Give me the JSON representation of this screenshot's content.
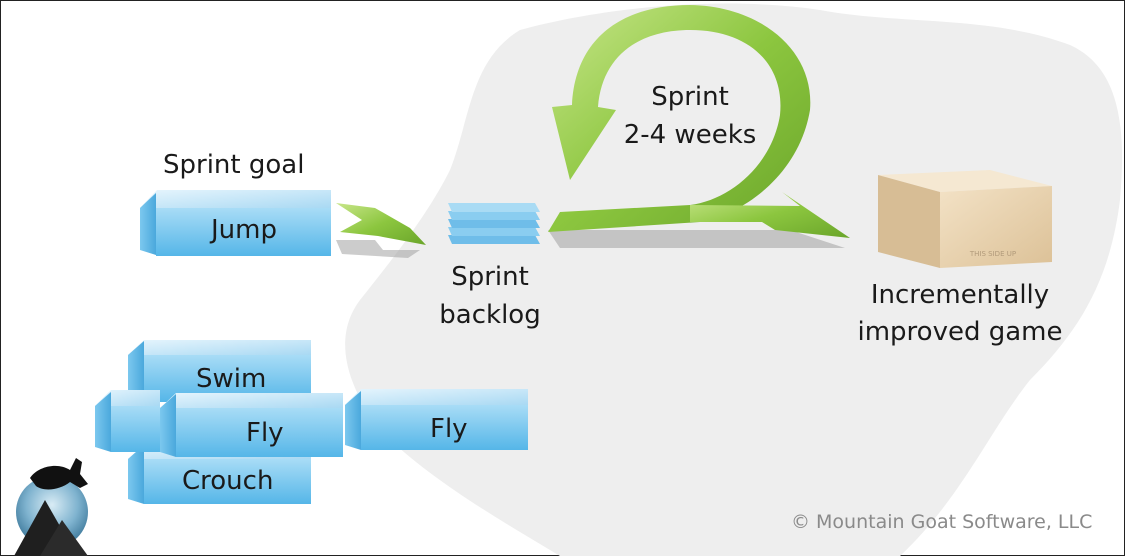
{
  "sprint_goal_label": "Sprint goal",
  "sprint_goal_item": "Jump",
  "backlog_label_line1": "Sprint",
  "backlog_label_line2": "backlog",
  "sprint_cycle_line1": "Sprint",
  "sprint_cycle_line2": "2-4 weeks",
  "result_line1": "Incrementally",
  "result_line2": "improved game",
  "box_stamp": "THIS SIDE UP",
  "product_backlog_items": [
    "Swim",
    "Fly",
    "Crouch",
    "Fly"
  ],
  "copyright": "© Mountain Goat Software, LLC",
  "colors": {
    "block_face": "#6fc3ef",
    "block_top": "#b9e2f7",
    "arrow_green": "#8cc63f",
    "map_gray": "#eeeeee",
    "box_tan": "#e9d3b0"
  },
  "icons": [
    "mountain-goat-logo-icon"
  ]
}
